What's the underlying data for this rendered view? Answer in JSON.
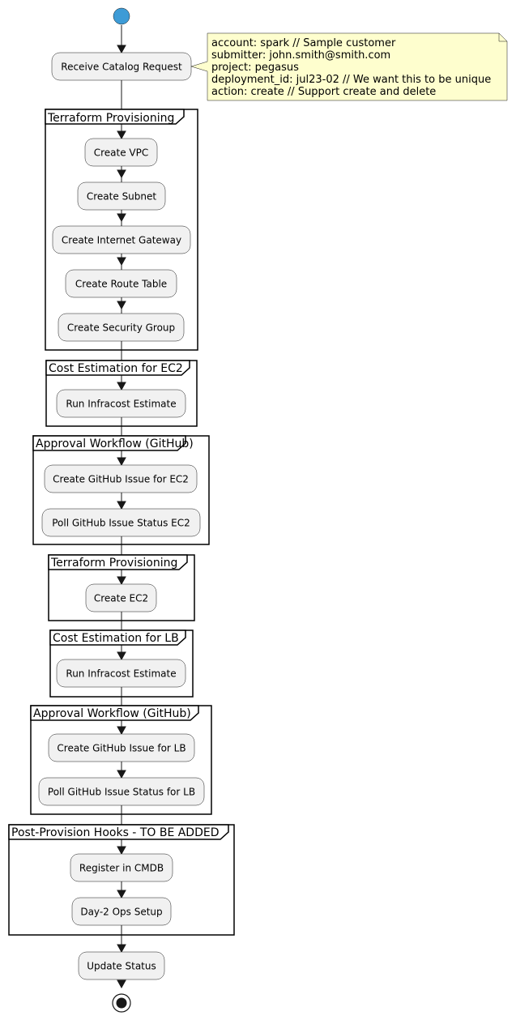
{
  "colors": {
    "start_node": "#3d9bd6",
    "activity_fill": "#f1f1f1",
    "note_fill": "#fefece",
    "line": "#181818"
  },
  "note": {
    "lines": [
      "account: spark  // Sample customer",
      "submitter: john.smith@smith.com",
      "project: pegasus",
      "deployment_id: jul23-02  // We want this to be unique",
      "action: create // Support create and delete"
    ]
  },
  "activities": {
    "receive_catalog_request": "Receive Catalog Request",
    "create_vpc": "Create VPC",
    "create_subnet": "Create Subnet",
    "create_internet_gateway": "Create Internet Gateway",
    "create_route_table": "Create Route Table",
    "create_security_group": "Create Security Group",
    "run_infracost_ec2": "Run Infracost Estimate",
    "create_github_issue_ec2": "Create GitHub Issue for EC2",
    "poll_github_status_ec2": "Poll GitHub Issue Status EC2",
    "create_ec2": "Create EC2",
    "run_infracost_lb": "Run Infracost Estimate",
    "create_github_issue_lb": "Create GitHub Issue for LB",
    "poll_github_status_lb": "Poll GitHub Issue Status for LB",
    "register_cmdb": "Register in CMDB",
    "day2_ops_setup": "Day-2 Ops Setup",
    "update_status": "Update Status"
  },
  "partitions": {
    "terraform_1": "Terraform Provisioning",
    "cost_ec2": "Cost Estimation for EC2",
    "approval_ec2": "Approval Workflow (GitHub)",
    "terraform_2": "Terraform Provisioning",
    "cost_lb": "Cost Estimation for LB",
    "approval_lb": "Approval Workflow (GitHub)",
    "post_provision": "Post-Provision Hooks - TO BE ADDED"
  }
}
